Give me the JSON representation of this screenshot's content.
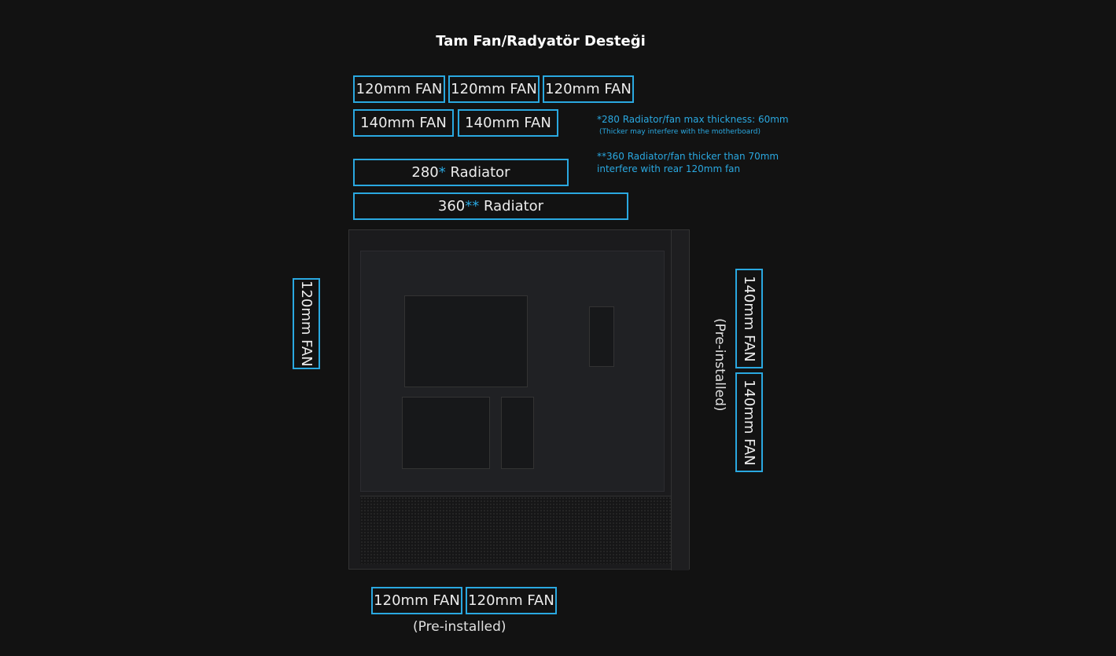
{
  "title": "Tam Fan/Radyatör Desteği",
  "top": {
    "row1": [
      "120mm FAN",
      "120mm FAN",
      "120mm FAN"
    ],
    "row2": [
      "140mm FAN",
      "140mm FAN"
    ],
    "rad280": {
      "num": "280",
      "ast": "*",
      "label": "Radiator"
    },
    "rad360": {
      "num": "360",
      "ast": "**",
      "label": "Radiator"
    }
  },
  "notes": {
    "n1": "*280 Radiator/fan max thickness: 60mm",
    "n1_sub": "(Thicker may interfere with the motherboard)",
    "n2a": "**360 Radiator/fan thicker than 70mm",
    "n2b": "interfere with rear 120mm fan"
  },
  "rear": "120mm FAN",
  "front": {
    "fans": [
      "140mm FAN",
      "140mm FAN"
    ],
    "note": "(Pre-installed)"
  },
  "bottom": {
    "fans": [
      "120mm FAN",
      "120mm FAN"
    ],
    "note": "(Pre-installed)"
  },
  "colors": {
    "accent": "#2aa8e0",
    "background": "#121212"
  }
}
